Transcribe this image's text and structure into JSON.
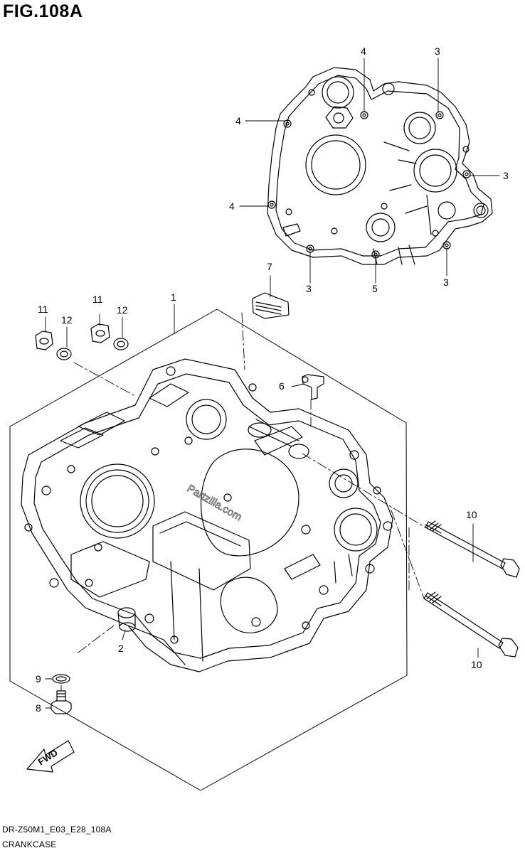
{
  "figure": {
    "title": "FIG.108A",
    "model_code": "DR-Z50M1_E03_E28_108A",
    "part_name": "CRANKCASE",
    "watermark": "Partzilla.com",
    "fwd_label": "FWD"
  },
  "callouts": {
    "c1": "1",
    "c2": "2",
    "c3a": "3",
    "c3b": "3",
    "c3c": "3",
    "c3d": "3",
    "c4a": "4",
    "c4b": "4",
    "c4c": "4",
    "c5": "5",
    "c6": "6",
    "c7": "7",
    "c8": "8",
    "c9": "9",
    "c10a": "10",
    "c10b": "10",
    "c11a": "11",
    "c11b": "11",
    "c12a": "12",
    "c12b": "12"
  }
}
